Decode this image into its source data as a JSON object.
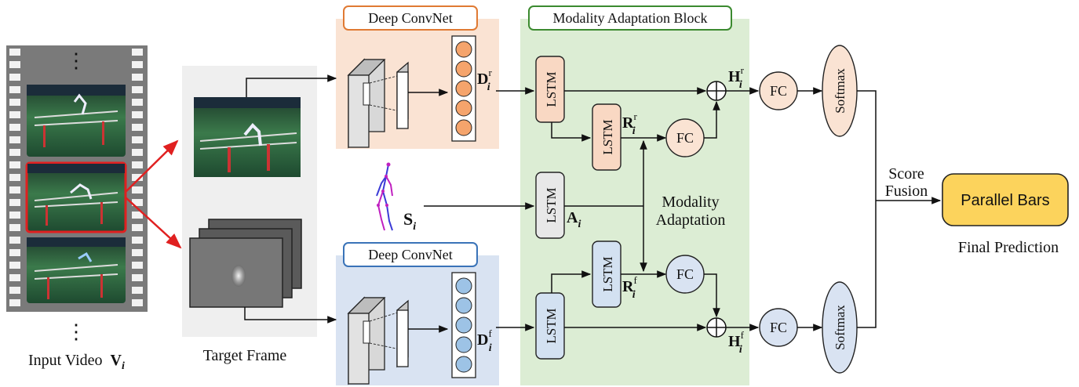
{
  "input": {
    "caption": "Input Video",
    "symbol": "V",
    "sub": "i",
    "dots": "⋮"
  },
  "target": {
    "caption": "Target Frame"
  },
  "convnet_rgb": {
    "title": "Deep ConvNet",
    "feat": "D",
    "sub": "i",
    "sup": "r",
    "color": "#fae3d3",
    "border": "#e07a33"
  },
  "convnet_flow": {
    "title": "Deep ConvNet",
    "feat": "D",
    "sub": "i",
    "sup": "f",
    "color": "#d9e3f2",
    "border": "#3a73b8"
  },
  "mab": {
    "title": "Modality Adaptation Block",
    "color": "#dcedd4",
    "border": "#3b8a2f"
  },
  "lstm_label": "LSTM",
  "fc_label": "FC",
  "softmax_label": "Softmax",
  "skeleton": {
    "symbol": "S",
    "sub": "i"
  },
  "labels": {
    "A": "A",
    "A_sub": "i",
    "Rr": "R",
    "Rr_sub": "i",
    "Rr_sup": "r",
    "Rf": "R",
    "Rf_sub": "i",
    "Rf_sup": "f",
    "Hr": "H",
    "Hr_sub": "i",
    "Hr_sup": "r",
    "Hf": "H",
    "Hf_sub": "i",
    "Hf_sup": "f",
    "modality_adaptation_1": "Modality",
    "modality_adaptation_2": "Adaptation",
    "score_fusion_1": "Score",
    "score_fusion_2": "Fusion",
    "final_prediction": "Final Prediction"
  },
  "output": {
    "label": "Parallel Bars",
    "color": "#fcd35c"
  },
  "colors": {
    "rgb": "#f9d8c3",
    "flow": "#d3e1f1",
    "orange_node": "#f5a46c",
    "blue_node": "#9dc3e6",
    "arrow_red": "#e02020"
  }
}
